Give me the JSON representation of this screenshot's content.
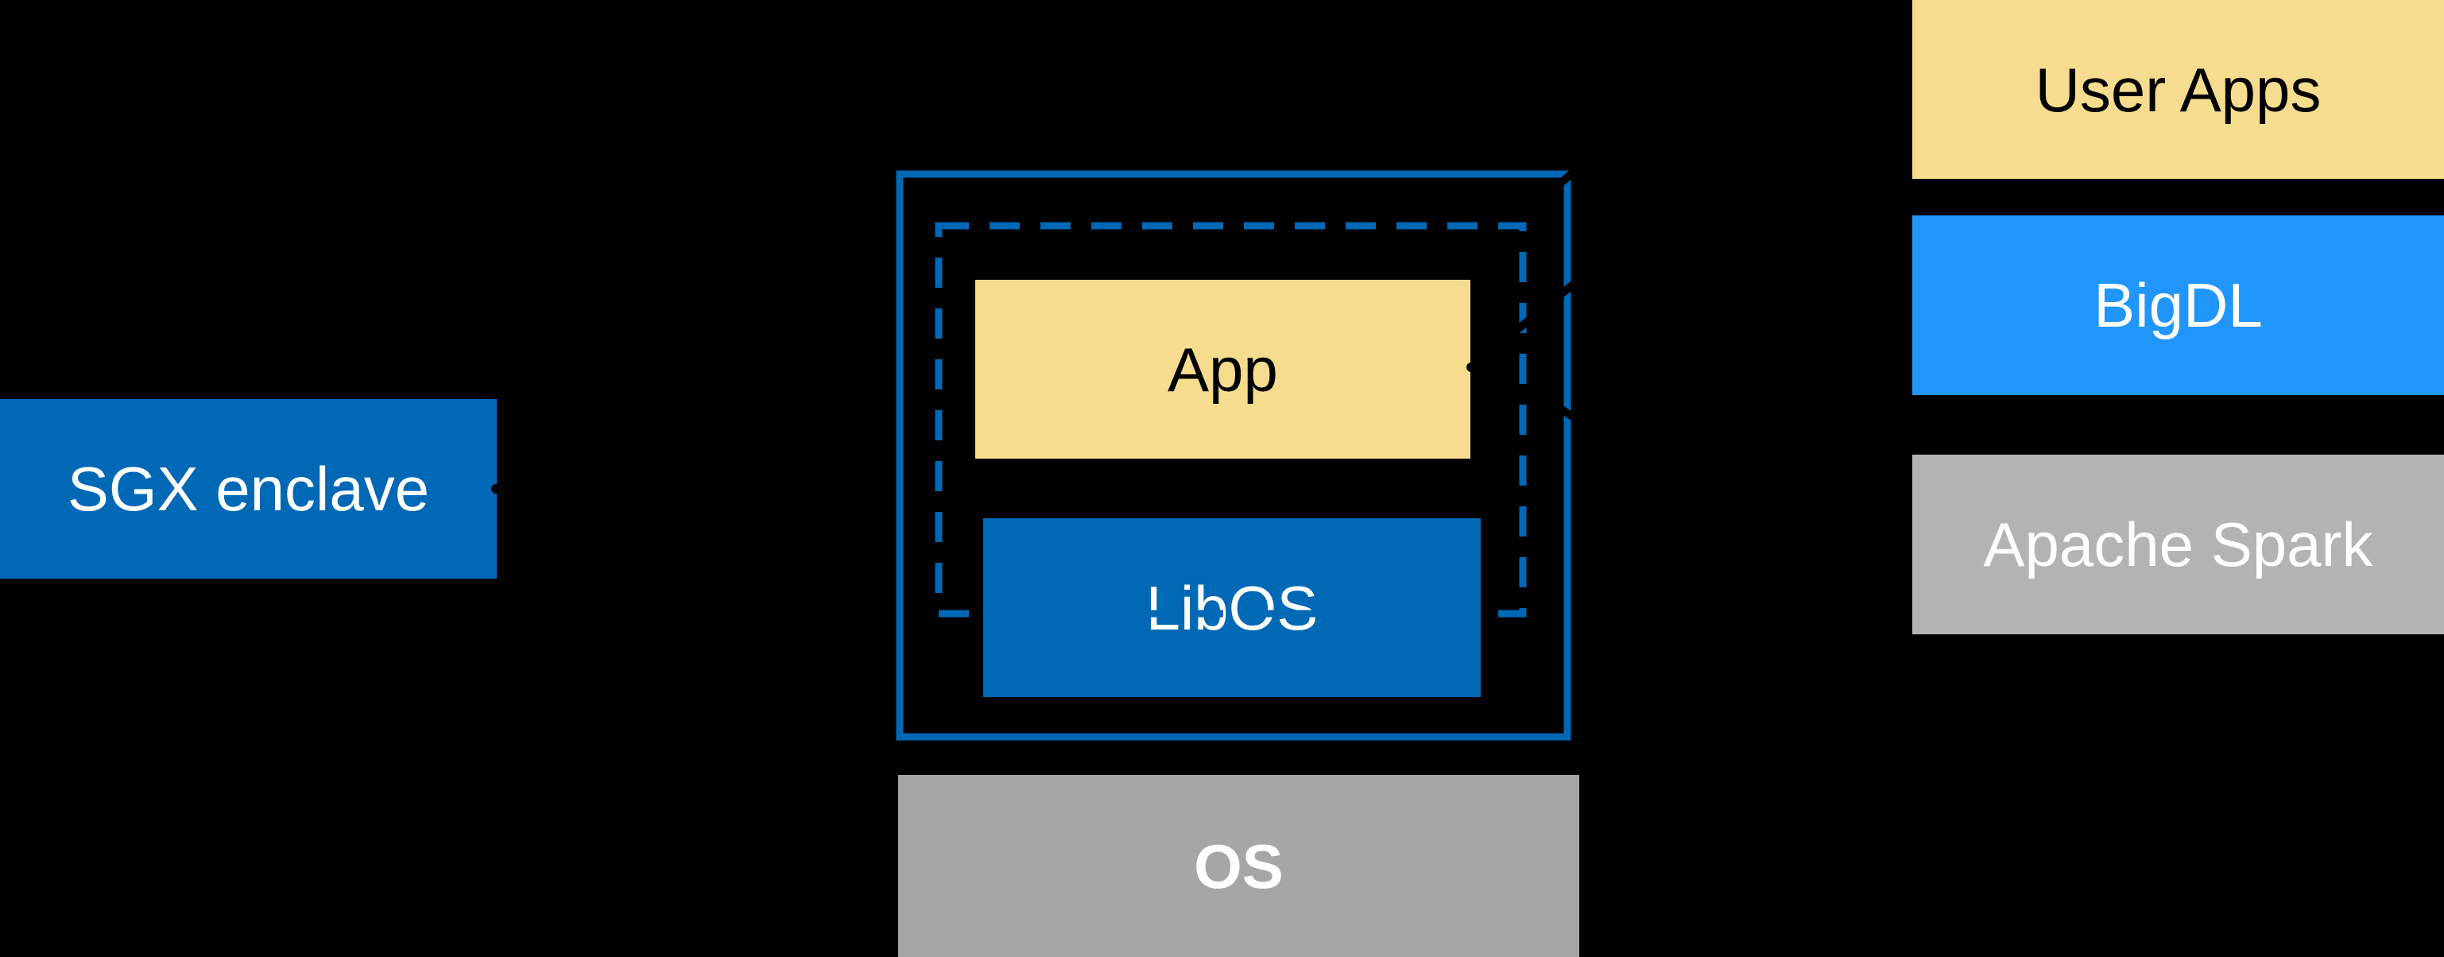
{
  "diagram": {
    "sgx": {
      "label": "SGX enclave"
    },
    "enclave": {
      "app_label": "App",
      "libos_label": "LibOS"
    },
    "os": {
      "label": "OS"
    },
    "stack": {
      "user_apps_label": "User Apps",
      "bigdl_label": "BigDL",
      "spark_label": "Apache Spark"
    }
  },
  "colors": {
    "background": "#000000",
    "intel_blue": "#0068B5",
    "bright_blue": "#2196FA",
    "yellow": "#F6DC8E",
    "gray_os": "#A6A6A6",
    "gray_spark": "#B3B3B3",
    "text_light": "#FFFFFF",
    "text_dark": "#000000",
    "connector_black": "#000000"
  }
}
